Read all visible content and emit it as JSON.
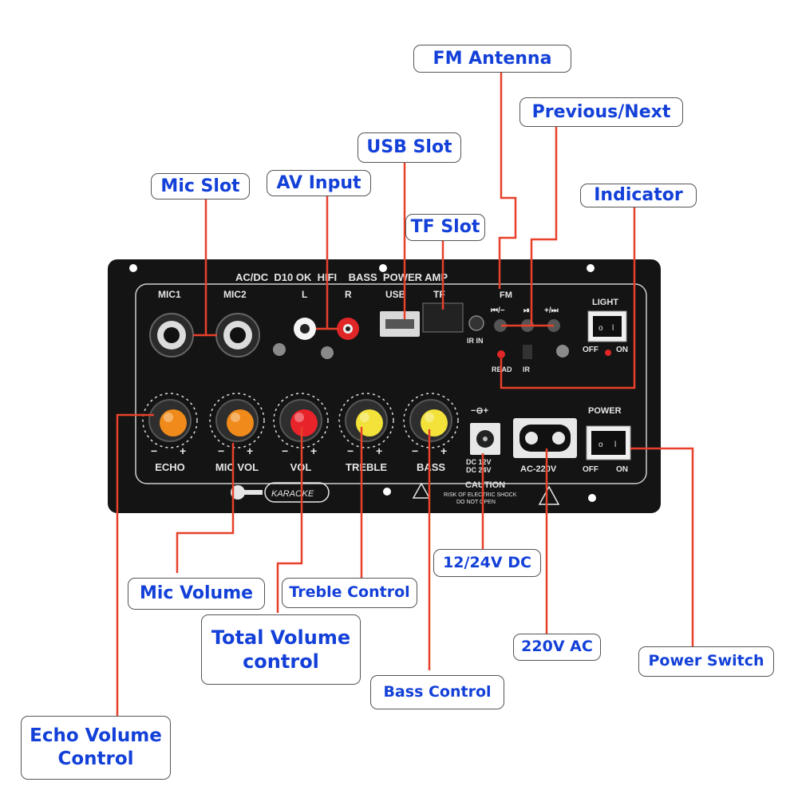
{
  "panel": {
    "title": "AC/DC  D10 OK  HIFI    BASS  POWER AMP",
    "jacks": {
      "mic1": "MIC1",
      "mic2": "MIC2",
      "left": "L",
      "right": "R",
      "usb": "USB",
      "tf": "TF",
      "ir_in": "IR IN",
      "fm": "FM",
      "prev": "⏮/−",
      "play": "⏯",
      "next": "+/⏭",
      "read": "READ",
      "ir": "IR"
    },
    "light_switch": {
      "title": "LIGHT",
      "off": "OFF",
      "on": "ON"
    },
    "power_switch": {
      "title": "POWER",
      "off": "OFF",
      "on": "ON"
    },
    "knobs": [
      {
        "label": "ECHO",
        "minus": "−",
        "plus": "+",
        "color": "#f08a1a"
      },
      {
        "label": "MIC VOL",
        "minus": "−",
        "plus": "+",
        "color": "#f08a1a"
      },
      {
        "label": "VOL",
        "minus": "−",
        "plus": "+",
        "color": "#e8232a"
      },
      {
        "label": "TREBLE",
        "minus": "−",
        "plus": "+",
        "color": "#f2e23a"
      },
      {
        "label": "BASS",
        "minus": "−",
        "plus": "+",
        "color": "#f2e23a"
      }
    ],
    "dc_jack": {
      "symbol": "−⊖+",
      "line1": "DC 12V",
      "line2": "DC 24V"
    },
    "ac_socket": {
      "label": "AC-220V"
    },
    "karaoke": "KARAOKE",
    "caution": {
      "title": "CAUTION",
      "line1": "RISK OF ELECTRIC SHOCK",
      "line2": "DO NOT OPEN"
    }
  },
  "callouts": {
    "fm_antenna": "FM Antenna",
    "previous_next": "Previous/Next",
    "usb_slot": "USB Slot",
    "mic_slot": "Mic Slot",
    "av_input": "AV Input",
    "indicator": "Indicator",
    "tf_slot": "TF Slot",
    "mic_volume": "Mic Volume",
    "treble_control": "Treble Control",
    "total_volume_1": "Total Volume",
    "total_volume_2": "control",
    "dc_12_24": "12/24V DC",
    "ac_220": "220V AC",
    "power_switch": "Power Switch",
    "bass_control": "Bass Control",
    "echo_volume_1": "Echo Volume",
    "echo_volume_2": "Control"
  },
  "colors": {
    "leader": "#e8402a",
    "callout_text": "#1340d8",
    "panel": "#141414",
    "panel_print": "#e6e6e6"
  }
}
